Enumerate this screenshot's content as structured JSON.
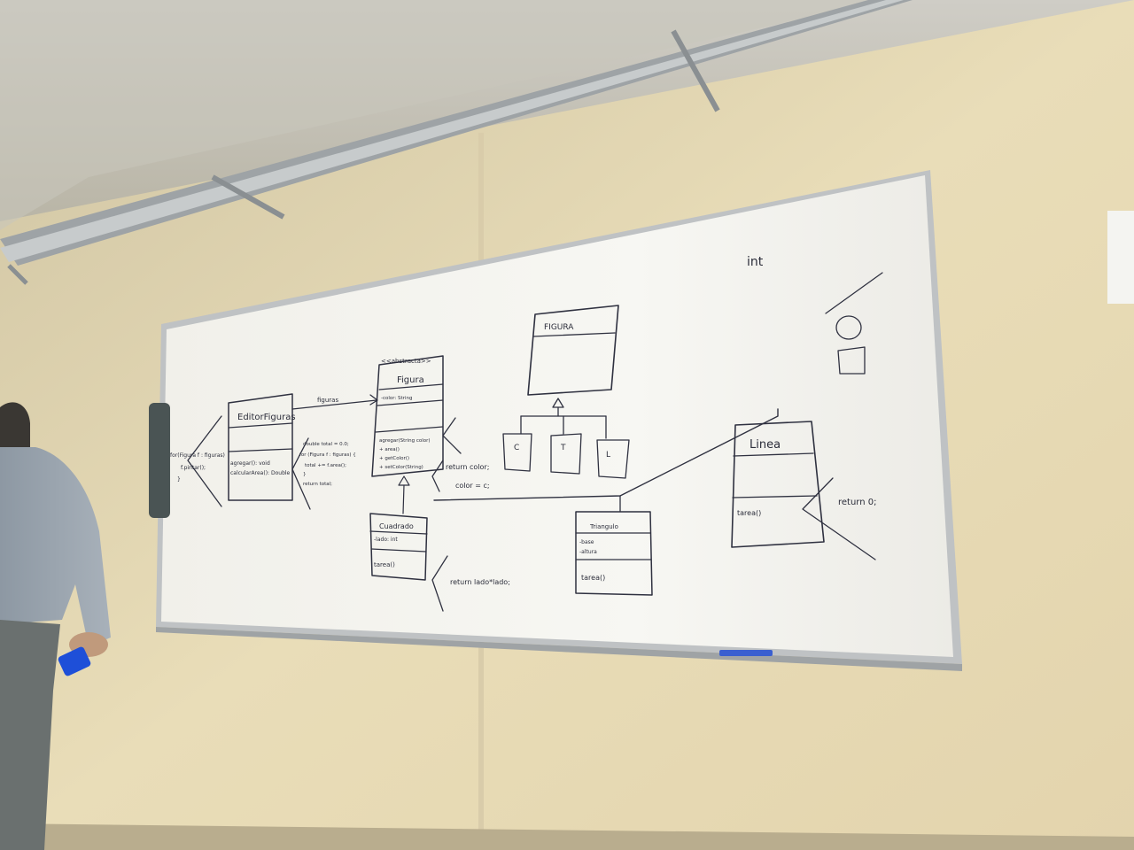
{
  "board": {
    "diagram": {
      "editor_class": {
        "name": "EditorFiguras",
        "methods": [
          "agregar(): void",
          "calcularArea(): Double"
        ]
      },
      "association_label": "figuras",
      "figura_class": {
        "stereotype": "<<abstracta>>",
        "name": "Figura",
        "attributes": [
          "-color: String"
        ],
        "methods": [
          "agregar(String color)",
          "+ area()",
          "+ getColor()",
          "+ setColor(String)"
        ]
      },
      "cuadrado_class": {
        "name": "Cuadrado",
        "attributes": [
          "-lado: int"
        ],
        "methods": [
          "tarea()"
        ]
      },
      "triangulo_class": {
        "name": "Triangulo",
        "attributes": [
          "-base",
          "-altura"
        ],
        "methods": [
          "tarea()"
        ]
      },
      "linea_class": {
        "name": "Linea",
        "methods": [
          "tarea()"
        ]
      },
      "figura_box_2": {
        "name": "FIGURA"
      },
      "subclass_letters": [
        "C",
        "T",
        "L"
      ],
      "note_for": [
        "for(Figura f : figuras)",
        "f.pintar();",
        "}"
      ],
      "note_calc": [
        "double total = 0.0;",
        "for (Figura f : figuras) {",
        "total += f.area();",
        "}",
        "return total;"
      ],
      "note_return_color": "return color;",
      "note_color_assign": "color = c;",
      "note_return_lado": "return lado*lado;",
      "note_return_zero": "return 0;",
      "note_int": "int"
    }
  }
}
